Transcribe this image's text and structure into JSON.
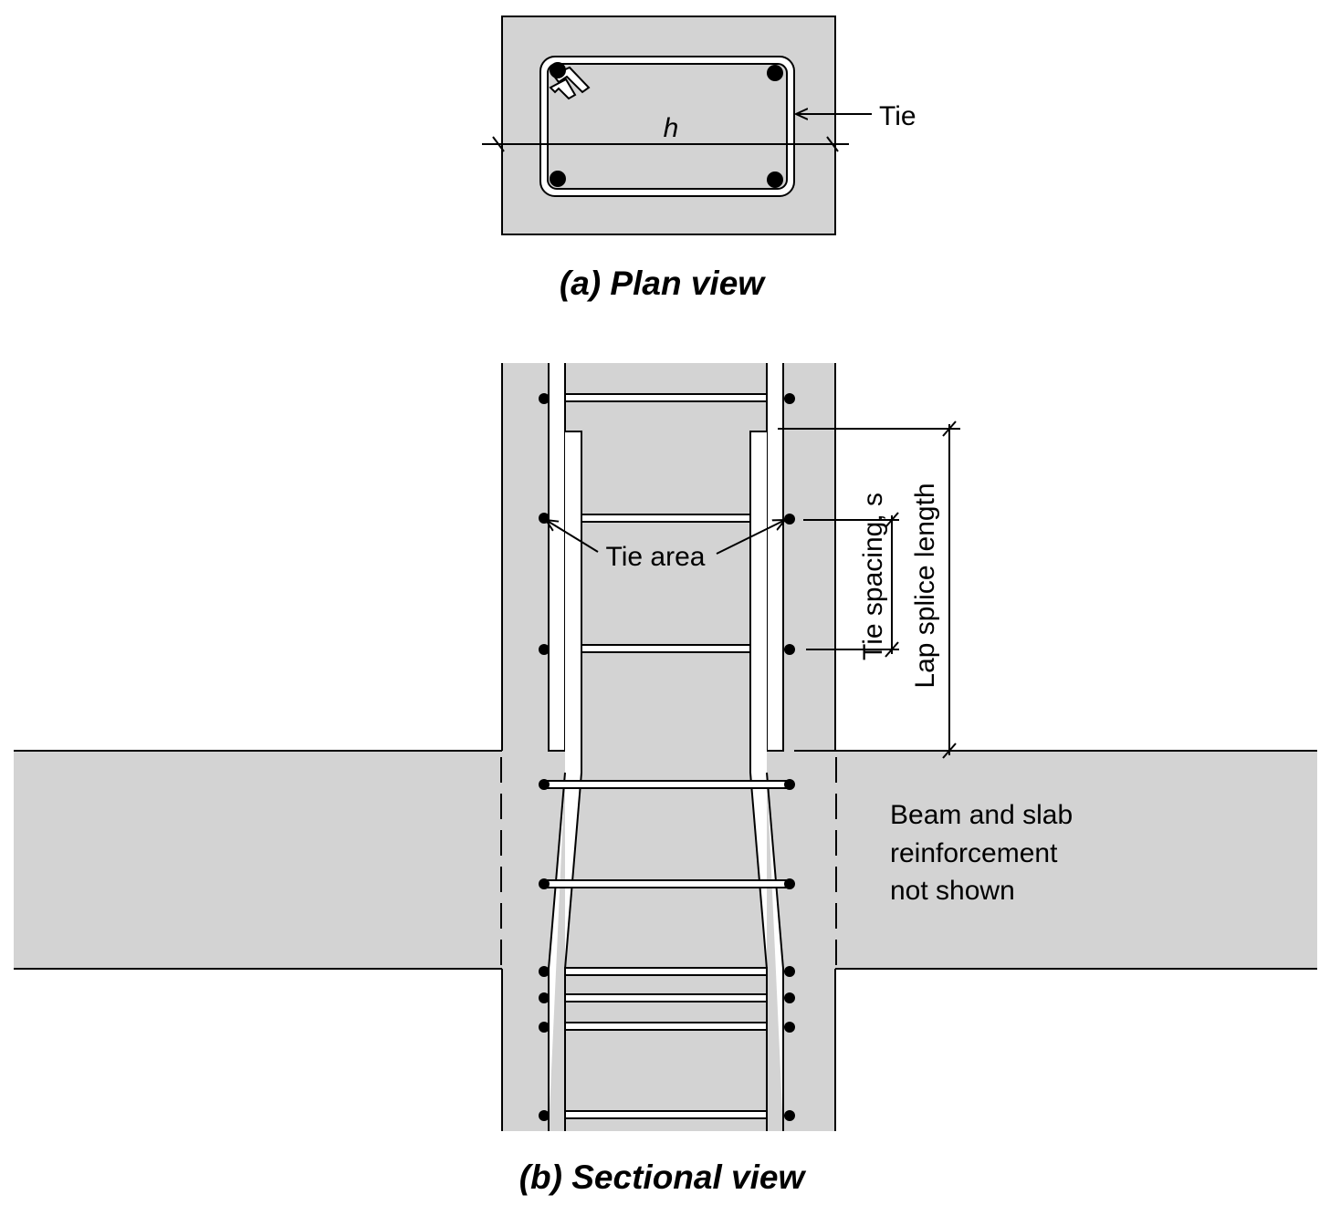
{
  "plan_view": {
    "caption": "(a) Plan view",
    "dimension_label": "h",
    "tie_label": "Tie"
  },
  "sectional_view": {
    "caption": "(b) Sectional view",
    "tie_area_label": "Tie area",
    "tie_spacing_label": "Tie spacing, s",
    "lap_splice_label": "Lap splice length",
    "note_lines": [
      "Beam and slab",
      "reinforcement",
      "not shown"
    ]
  },
  "colors": {
    "concrete": "#d3d3d3",
    "line": "#000000",
    "bar": "#ffffff"
  }
}
